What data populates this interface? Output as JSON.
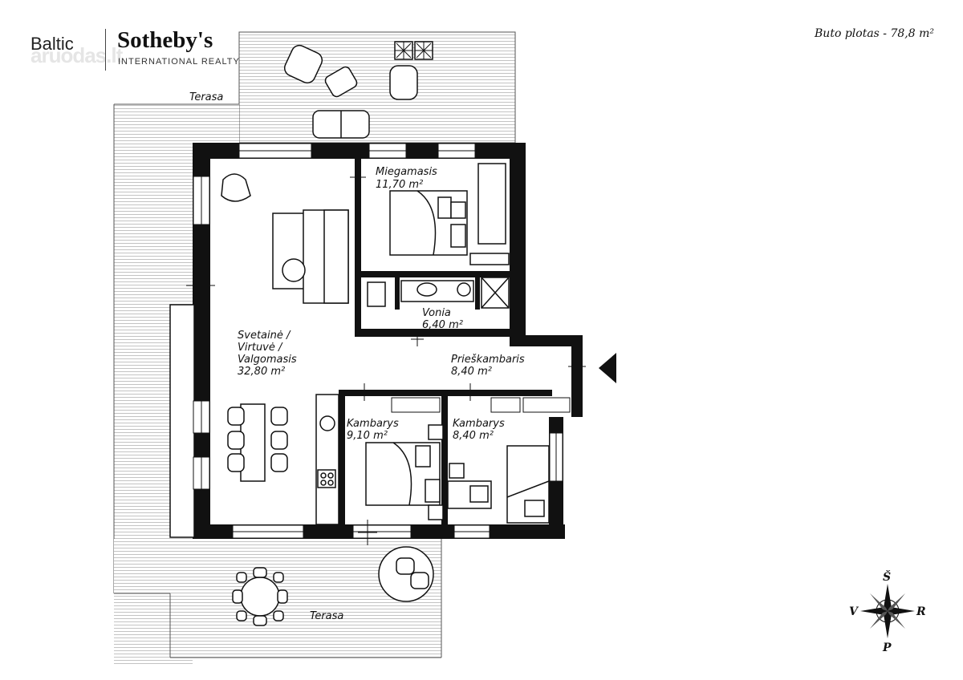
{
  "logo": {
    "brand_left": "Baltic",
    "brand_main": "Sotheby's",
    "brand_sub": "INTERNATIONAL REALTY",
    "watermark": "aruodas.lt"
  },
  "area_title": "Buto plotas - 78,8 m²",
  "terraces": {
    "top": "Terasa",
    "bottom": "Terasa"
  },
  "rooms": {
    "bedroom": {
      "name": "Miegamasis",
      "area": "11,70 m²"
    },
    "bathroom": {
      "name": "Vonia",
      "area": "6,40 m²"
    },
    "hallway": {
      "name": "Prieškambaris",
      "area": "8,40 m²"
    },
    "living": {
      "name_1": "Svetainė /",
      "name_2": "Virtuvė /",
      "name_3": "Valgomasis",
      "area": "32,80 m²"
    },
    "room1": {
      "name": "Kambarys",
      "area": "9,10 m²"
    },
    "room2": {
      "name": "Kambarys",
      "area": "8,40 m²"
    }
  },
  "compass": {
    "north": "Š",
    "south": "P",
    "east": "R",
    "west": "V"
  }
}
